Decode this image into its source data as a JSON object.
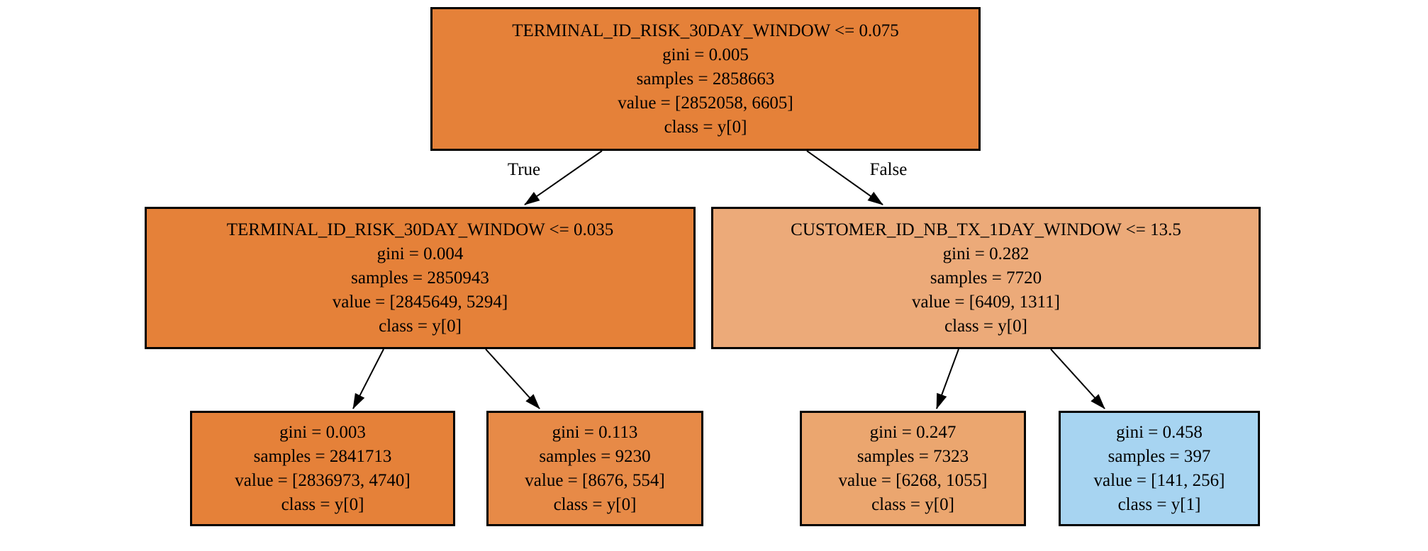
{
  "diagram": {
    "type": "decision-tree",
    "edge_labels": {
      "left": "True",
      "right": "False"
    },
    "palette": {
      "class_y0_strong": "#e58139",
      "class_y1_light": "#a7d4f1",
      "node_border": "#000000",
      "background": "#ffffff",
      "edge_stroke": "#000000"
    },
    "nodes": {
      "root": {
        "condition": "TERMINAL_ID_RISK_30DAY_WINDOW <= 0.075",
        "gini": "gini = 0.005",
        "samples": "samples = 2858663",
        "value": "value = [2852058, 6605]",
        "class": "class = y[0]",
        "fill": "#e58139"
      },
      "left": {
        "condition": "TERMINAL_ID_RISK_30DAY_WINDOW <= 0.035",
        "gini": "gini = 0.004",
        "samples": "samples = 2850943",
        "value": "value = [2845649, 5294]",
        "class": "class = y[0]",
        "fill": "#e58139"
      },
      "right": {
        "condition": "CUSTOMER_ID_NB_TX_1DAY_WINDOW <= 13.5",
        "gini": "gini = 0.282",
        "samples": "samples = 7720",
        "value": "value = [6409, 1311]",
        "class": "class = y[0]",
        "fill": "#ecaa79"
      },
      "leaf_ll": {
        "gini": "gini = 0.003",
        "samples": "samples = 2841713",
        "value": "value = [2836973, 4740]",
        "class": "class = y[0]",
        "fill": "#e58139"
      },
      "leaf_lr": {
        "gini": "gini = 0.113",
        "samples": "samples = 9230",
        "value": "value = [8676, 554]",
        "class": "class = y[0]",
        "fill": "#e78a47"
      },
      "leaf_rl": {
        "gini": "gini = 0.247",
        "samples": "samples = 7323",
        "value": "value = [6268, 1055]",
        "class": "class = y[0]",
        "fill": "#eba66f"
      },
      "leaf_rr": {
        "gini": "gini = 0.458",
        "samples": "samples = 397",
        "value": "value = [141, 256]",
        "class": "class = y[1]",
        "fill": "#a7d4f1"
      }
    }
  }
}
